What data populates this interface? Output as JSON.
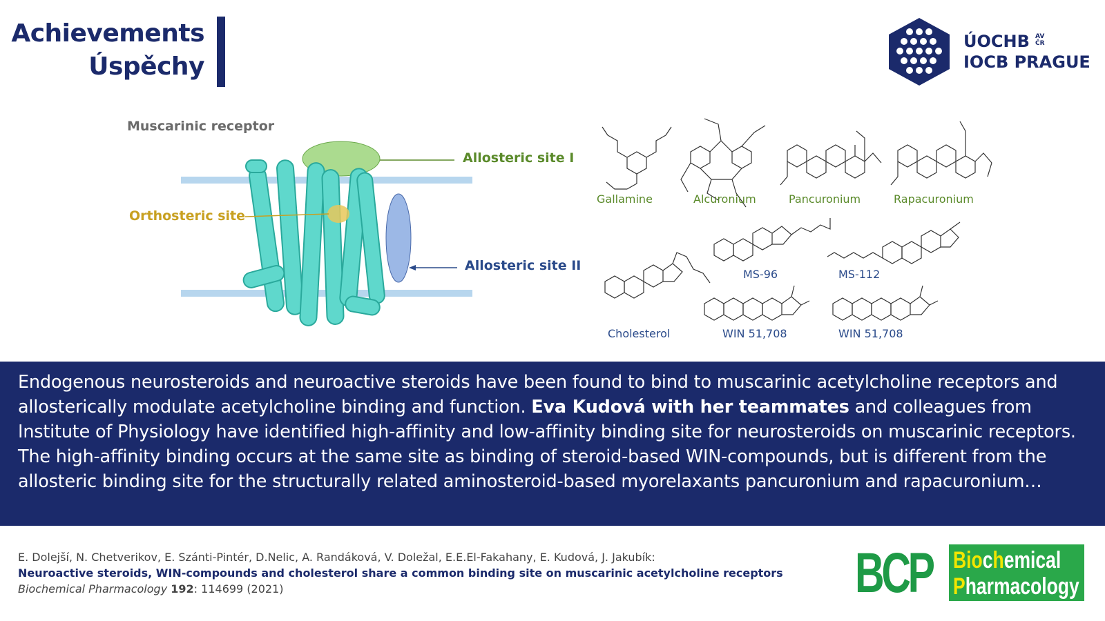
{
  "header": {
    "title_line1": "Achievements",
    "title_line2": "Úspěchy",
    "accent_color": "#1b2a6b"
  },
  "logo": {
    "line1": "ÚOCHB",
    "line1_superscript_top": "AV",
    "line1_superscript_bottom": "ČR",
    "line2": "IOCB PRAGUE",
    "icon": "iocb-hexagon-dots-logo"
  },
  "figure": {
    "receptor_title": "Muscarinic receptor",
    "site_labels": {
      "allosteric_1": "Allosteric site I",
      "orthosteric": "Orthosteric site",
      "allosteric_2": "Allosteric site II"
    },
    "compounds_green": [
      "Gallamine",
      "Alcuronium",
      "Pancuronium",
      "Rapacuronium"
    ],
    "compounds_blue": [
      "MS-96",
      "MS-112",
      "WIN 51,708",
      "WIN 51,708"
    ],
    "compound_cholesterol": "Cholesterol",
    "colors": {
      "green_label": "#5a8a2a",
      "orange_label": "#c8a020",
      "blue_label": "#2a4a8a",
      "membrane": "#b7d6ee",
      "helix": "#5fd8cc"
    }
  },
  "summary": {
    "part1": "Endogenous neurosteroids and neuroactive steroids have been found to bind to muscarinic acetylcholine receptors and allosterically modulate acetylcholine binding and function. ",
    "bold": "Eva Kudová with her teammates",
    "part2": " and colleagues from Institute of Physiology have identified high-affinity and low-affinity binding site for neurosteroids on muscarinic receptors. The high-affinity binding occurs at the same site as binding of steroid-based WIN-compounds, but is different from the allosteric binding site for the structurally related aminosteroid-based myorelaxants pancuronium and rapacuronium…"
  },
  "citation": {
    "authors": "E. Dolejší, N. Chetverikov, E. Szánti-Pintér, D.Nelic, A. Randáková, V. Doležal, E.E.El-Fakahany, E. Kudová, J. Jakubík:",
    "title": "Neuroactive steroids, WIN-compounds and cholesterol share a common binding site on muscarinic acetylcholine receptors",
    "journal": "Biochemical Pharmacology",
    "volume": "192",
    "pages_year": ": 114699 (2021)"
  },
  "journal_logo": {
    "abbr": "BCP",
    "name_line1_hl": "Bio",
    "name_line1_a": "c",
    "name_line1_hl2": "h",
    "name_line1_b": "emical",
    "name_line2_hl": "P",
    "name_line2_rest": "harmacology",
    "green": "#2aa84a",
    "yellow": "#f2e600"
  }
}
